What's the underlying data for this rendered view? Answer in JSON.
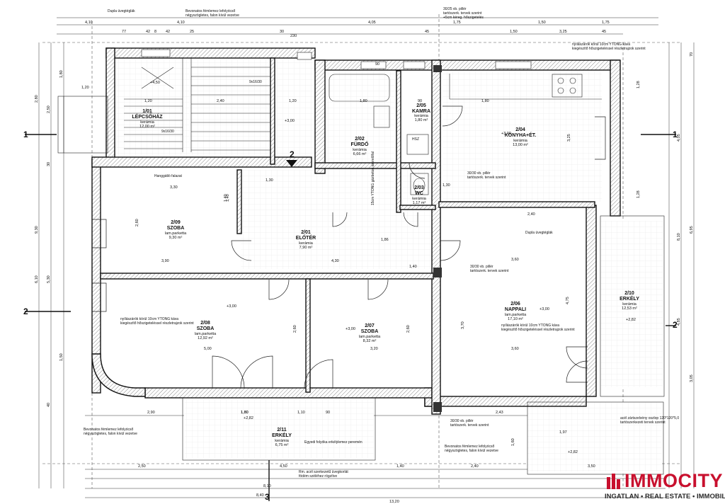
{
  "rooms": [
    {
      "id": "1/01",
      "name": "LÉPCSŐHÁZ",
      "floor": "kerámia",
      "area": "12,00 m²"
    },
    {
      "id": "2/02",
      "name": "FÜRDŐ",
      "floor": "kerámia",
      "area": "6,66 m²"
    },
    {
      "id": "2/05",
      "name": "KAMRA",
      "floor": "kerámia",
      "area": "1,80 m²"
    },
    {
      "id": "2/04",
      "name": "KONYHA+ÉT.",
      "floor": "kerámia",
      "area": "13,00 m²"
    },
    {
      "id": "2/09",
      "name": "SZOBA",
      "floor": "lam.parketta",
      "area": "9,30 m²"
    },
    {
      "id": "2/01",
      "name": "ELŐTÉR",
      "floor": "kerámia",
      "area": "7,90 m²"
    },
    {
      "id": "2/03",
      "name": "WC",
      "floor": "kerámia",
      "area": "1,17 m²"
    },
    {
      "id": "2/06",
      "name": "NAPPALI",
      "floor": "lam.parketta",
      "area": "17,10 m²"
    },
    {
      "id": "2/08",
      "name": "SZOBA",
      "floor": "lam.parketta",
      "area": "12,92 m²"
    },
    {
      "id": "2/07",
      "name": "SZOBA",
      "floor": "lam.parketta",
      "area": "8,32 m²"
    },
    {
      "id": "2/10",
      "name": "ERKÉLY",
      "floor": "kerámia",
      "area": "12,53 m²"
    },
    {
      "id": "2/11",
      "name": "ERKÉLY",
      "floor": "kerámia",
      "area": "6,75 m²"
    }
  ],
  "notes": {
    "dupla_top": "Dupla üvegtéglák",
    "dupla_right": "Dupla üvegtéglák",
    "bevonatos_1": "Bevonatos fémlemez lefolyócső",
    "bevonatos_2": "négyszögletes, falon kívül vezetve",
    "pillar_a1": "30/25 vb. pillér",
    "pillar_a2": "tartószerk. tervek szerint",
    "pillar_a3": "+5cm kéreg. hőszigetelés",
    "nyilas_1": "nyílászárók körül 10cm YTONG káva",
    "nyilas_2": "kiegészítő hőszigeteléssel részletrajzok szerint",
    "pillar_b1": "30/30 vb. pillér",
    "pillar_b2": "tartószerk. tervek szerint",
    "hanggatlo": "Hanggátló falazat",
    "ytong_fal": "15cm YTONG gázbeton szerelőfal",
    "acel1": "acél zártszelvény oszlop 120*120*5,0",
    "acel2": "tartószerkezeti tervek szerint",
    "egyedi": "Egyedi folyóka erkélylemez peremén",
    "korlat1": "Rm. acél szerkezetű üvegkorlát",
    "korlat2": "födém széléhez rögzítve",
    "lepcso1": "9x16/30",
    "lepcso2": "9x16/30",
    "hsz": "HSZ"
  },
  "levels": [
    "+4,50",
    "+3,00",
    "+3,00",
    "+3,00",
    "+3,00",
    "+3,00",
    "+2,82",
    "+2,82",
    "+2,82"
  ],
  "section_marks": [
    "1",
    "1",
    "2",
    "2",
    "2",
    "3"
  ],
  "dims_top": [
    "4,10",
    "4,05",
    "1,75",
    "1,50",
    "1,75"
  ],
  "dims_top2": [
    "77",
    "42",
    "8",
    "42",
    "25",
    "30",
    "230",
    "90",
    "45",
    "1,50",
    "3,25",
    "45"
  ],
  "dims_left": [
    "9,30",
    "6,10",
    "5,30",
    "2,80",
    "2,50",
    "1,80",
    "1,40",
    "30",
    "1,50",
    "40"
  ],
  "dims_right": [
    "4,05",
    "1,28",
    "8,10",
    "4,85",
    "6,95",
    "3,05",
    "1,28",
    "70"
  ],
  "dims_bottom": [
    "2,90",
    "1,80",
    "1,10",
    "90",
    "2,43",
    "1,97",
    "1,60"
  ],
  "dims_bottom2": [
    "2,50",
    "4,50",
    "1,40",
    "2,40",
    "3,50"
  ],
  "dims_bottom3": [
    "8,10",
    "8,40",
    "13,20"
  ],
  "dims_inner": [
    "1,20",
    "1,20",
    "2,40",
    "1,20",
    "1,80",
    "90",
    "1,80",
    "3,25",
    "3,30",
    "1,40",
    "1,30",
    "2,60",
    "3,90",
    "4,30",
    "1,40",
    "3,60",
    "5,00",
    "3,20",
    "3,60",
    "2,60",
    "2,60",
    "3,70",
    "4,75",
    "2,40",
    "1,86",
    "1,30",
    "1,80"
  ],
  "brand": {
    "name": "IMMOCITY",
    "tagline": "INGATLAN • REAL ESTATE • IMMOBILIEN",
    "color": "#c8102e"
  }
}
